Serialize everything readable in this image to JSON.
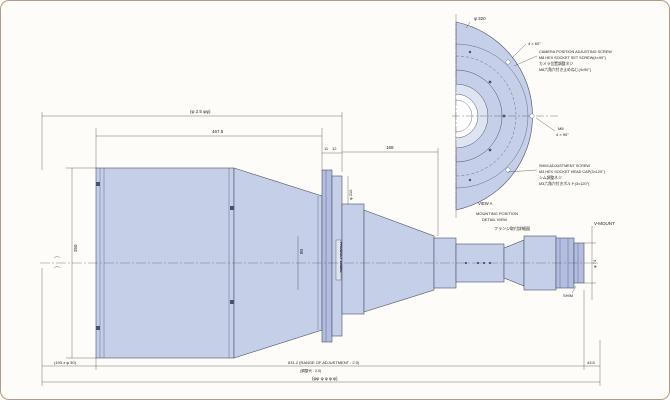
{
  "colors": {
    "body_fill": "#c5cfe8",
    "body_stroke": "#4a5070",
    "background": "#fdfcf8",
    "frame": "#b89a88"
  },
  "dimensions": {
    "overall_inner": "(φ 2.5 φφ)",
    "to_flange": "467.5",
    "flange_a": "11",
    "flange_b": "12",
    "front_length": "168",
    "body_height": "350",
    "front_height": "80",
    "flange_diameter": "φ 210",
    "left_ext": "(193 ± φ 30)",
    "adjust_range": "631.2 (RANGE OF ADJUSTMENT : 2.0)",
    "adjust_range_jp": "(調整代 : 2.0)",
    "right_ext": "43.5",
    "overall_total": "(φφ φ φ φ φ)",
    "vmount_height": "φ 74"
  },
  "labels": {
    "product_label": "PRODUCT LABEL",
    "v_mount": "V-MOUNT",
    "shim": "SHIM"
  },
  "detail": {
    "diameter": "φ 320",
    "holes_top": "4 × 60°",
    "holes_mid": "4 × 90°",
    "m8": "M8",
    "camera_screw_1": "CAMERA POSITION ADJUSTING SCREW",
    "camera_screw_2": "M8 HEX SOCKET SET SCREW(4×90°)",
    "camera_screw_3": "カメラ位置調整ネジ",
    "camera_screw_4": "M8六角穴付き止めねじ(4×90°)",
    "shim_screw_1": "SHIM ADJUSTMENT SCREW",
    "shim_screw_2": "M3 HEX SOCKET HEAD CAP(3×120°)",
    "shim_screw_3": "シム調整ネジ",
    "shim_screw_4": "M3六角穴付きボルト(3×120°)",
    "view_title": "VIEW A",
    "view_sub1": "MOUNTING POSITION",
    "view_sub2": "DETAIL VIEW",
    "view_jp": "フランジ取付詳細図"
  }
}
